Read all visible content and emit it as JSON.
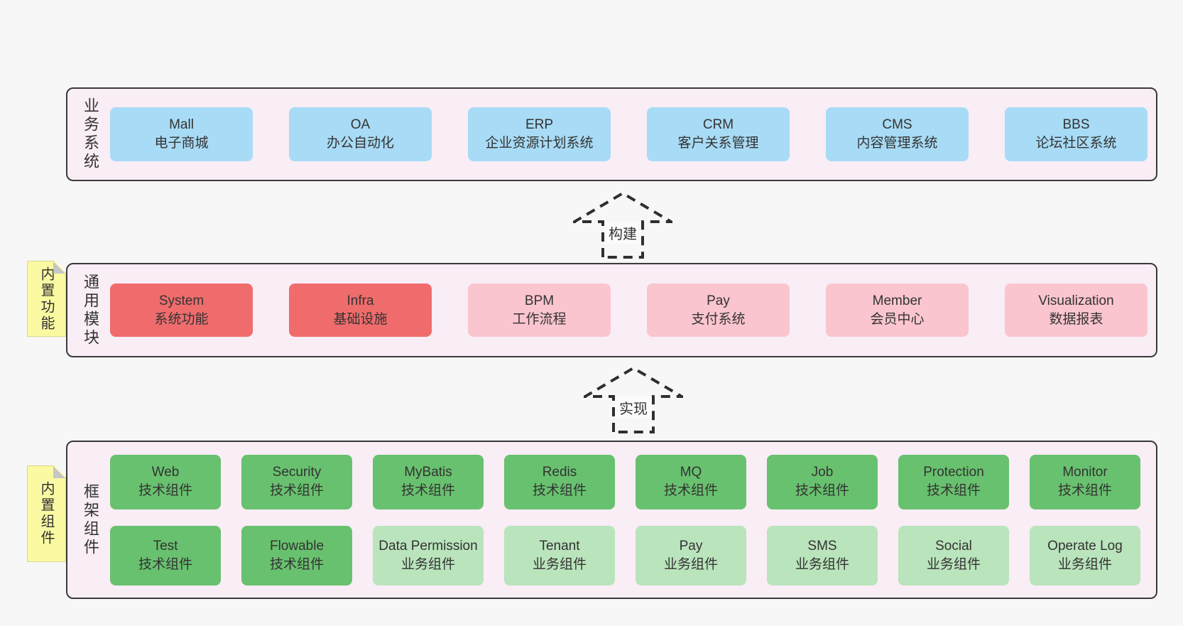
{
  "colors": {
    "canvas": "#f7f7f7",
    "panel_bg": "#f9edf6",
    "panel_border": "#3a3a3a",
    "box_blue": "#a8dbf5",
    "box_red": "#f06c6c",
    "box_pink": "#fac5cf",
    "box_green": "#68c16e",
    "box_green_light": "#bae4bc",
    "note_yellow": "#fbfaa3",
    "note_fold_gray": "#c6c6c6",
    "text": "#333333"
  },
  "arrows": [
    {
      "label": "构建"
    },
    {
      "label": "实现"
    }
  ],
  "notes": [
    {
      "label": "内置功能"
    },
    {
      "label": "内置组件"
    }
  ],
  "panels": [
    {
      "label": "业务系统",
      "boxes": [
        {
          "title": "Mall",
          "subtitle": "电子商城"
        },
        {
          "title": "OA",
          "subtitle": "办公自动化"
        },
        {
          "title": "ERP",
          "subtitle": "企业资源计划系统"
        },
        {
          "title": "CRM",
          "subtitle": "客户关系管理"
        },
        {
          "title": "CMS",
          "subtitle": "内容管理系统"
        },
        {
          "title": "BBS",
          "subtitle": "论坛社区系统"
        }
      ]
    },
    {
      "label": "通用模块",
      "boxes": [
        {
          "title": "System",
          "subtitle": "系统功能"
        },
        {
          "title": "Infra",
          "subtitle": "基础设施"
        },
        {
          "title": "BPM",
          "subtitle": "工作流程"
        },
        {
          "title": "Pay",
          "subtitle": "支付系统"
        },
        {
          "title": "Member",
          "subtitle": "会员中心"
        },
        {
          "title": "Visualization",
          "subtitle": "数据报表"
        }
      ]
    },
    {
      "label": "框架组件",
      "rows": [
        [
          {
            "title": "Web",
            "subtitle": "技术组件"
          },
          {
            "title": "Security",
            "subtitle": "技术组件"
          },
          {
            "title": "MyBatis",
            "subtitle": "技术组件"
          },
          {
            "title": "Redis",
            "subtitle": "技术组件"
          },
          {
            "title": "MQ",
            "subtitle": "技术组件"
          },
          {
            "title": "Job",
            "subtitle": "技术组件"
          },
          {
            "title": "Protection",
            "subtitle": "技术组件"
          },
          {
            "title": "Monitor",
            "subtitle": "技术组件"
          }
        ],
        [
          {
            "title": "Test",
            "subtitle": "技术组件"
          },
          {
            "title": "Flowable",
            "subtitle": "技术组件"
          },
          {
            "title": "Data Permission",
            "subtitle": "业务组件"
          },
          {
            "title": "Tenant",
            "subtitle": "业务组件"
          },
          {
            "title": "Pay",
            "subtitle": "业务组件"
          },
          {
            "title": "SMS",
            "subtitle": "业务组件"
          },
          {
            "title": "Social",
            "subtitle": "业务组件"
          },
          {
            "title": "Operate Log",
            "subtitle": "业务组件"
          }
        ]
      ]
    }
  ]
}
